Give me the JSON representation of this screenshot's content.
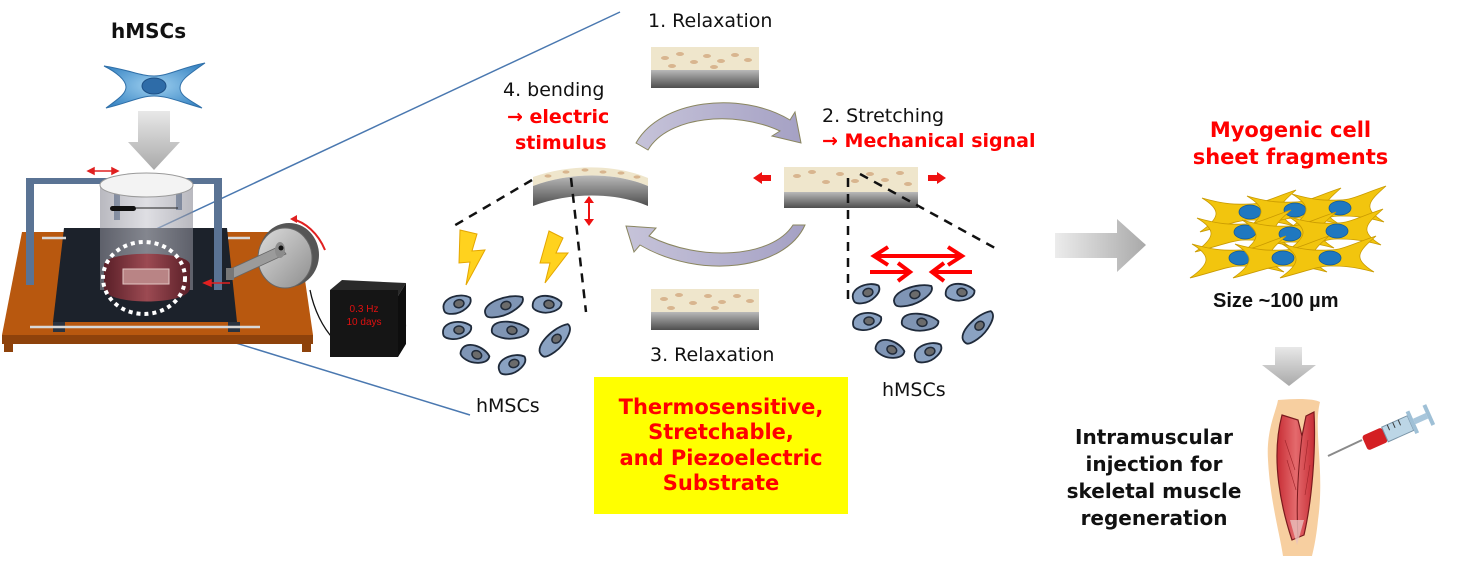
{
  "figure": {
    "title_left": "hMSCs",
    "device": {
      "display_line1": "0.3 Hz",
      "display_line2": "10 days"
    },
    "cycle": {
      "step1": "1. Relaxation",
      "step2_title": "2. Stretching",
      "step2_result": "→ Mechanical  signal",
      "step3": "3. Relaxation",
      "step4_title": "4. bending",
      "step4_result_line1": "→ electric",
      "step4_result_line2": "stimulus",
      "cells_left_label": "hMSCs",
      "cells_right_label": "hMSCs"
    },
    "substrate": {
      "lines": [
        "Thermosensitive,",
        "Stretchable,",
        "and Piezoelectric",
        "Substrate"
      ]
    },
    "outcome": {
      "title_line1": "Myogenic cell",
      "title_line2": "sheet fragments",
      "size_label": "Size ~100 µm",
      "application_lines": [
        "Intramuscular",
        "injection  for",
        "skeletal muscle",
        "regeneration"
      ]
    },
    "icons": [
      "stem-cell-icon",
      "down-arrow-icon",
      "stretching-device-icon",
      "motor-wheel-icon",
      "controller-box-icon",
      "substrate-film-icon",
      "cycle-arrow-icon",
      "lightning-icon",
      "cell-cluster-icon",
      "right-arrow-icon",
      "cell-sheet-icon",
      "muscle-icon",
      "syringe-icon"
    ],
    "colors": {
      "highlight_red": "#ff0000",
      "box_yellow": "#ffff00",
      "zoom_line_blue": "#4a78b0",
      "cell_blue": "#8aa2c2",
      "sheet_yellow": "#f2c50e"
    }
  }
}
